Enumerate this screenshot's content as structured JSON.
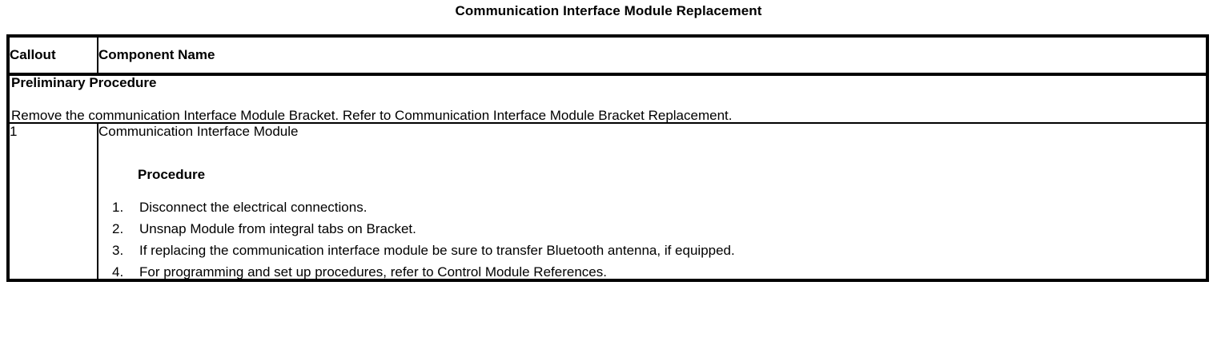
{
  "document": {
    "title": "Communication Interface Module Replacement"
  },
  "table": {
    "headers": {
      "callout": "Callout",
      "component_name": "Component Name"
    },
    "preliminary": {
      "heading": "Preliminary Procedure",
      "body": "Remove the communication Interface Module Bracket. Refer to Communication Interface Module Bracket Replacement."
    },
    "rows": [
      {
        "callout": "1",
        "component_name": "Communication Interface Module",
        "sub_heading": "Procedure",
        "steps": [
          {
            "num": "1.",
            "text": "Disconnect the electrical connections."
          },
          {
            "num": "2.",
            "text": "Unsnap Module from integral tabs on Bracket."
          },
          {
            "num": "3.",
            "text": "If replacing the communication interface module be sure to transfer Bluetooth antenna, if equipped."
          },
          {
            "num": "4.",
            "text": "For programming and set up procedures, refer to Control Module References."
          }
        ]
      }
    ]
  }
}
